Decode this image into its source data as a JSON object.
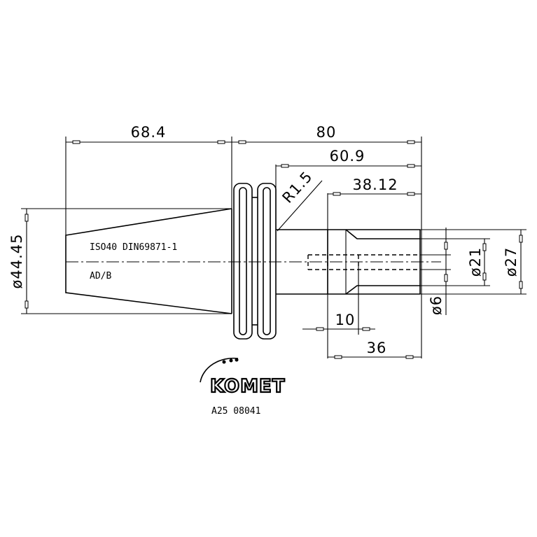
{
  "dimensions": {
    "length_taper": "68.4",
    "length_total": "80",
    "length_shank": "60.9",
    "length_bore": "38.12",
    "radius": "R1.5",
    "depth_small": "10",
    "depth_large": "36",
    "dia_flange": "ø44.45",
    "dia_inner": "ø21",
    "dia_outer": "ø27",
    "dia_hole": "ø6"
  },
  "notes": {
    "standard": "ISO40 DIN69871-1",
    "form": "AD/B"
  },
  "logo": {
    "brand": "KOMET",
    "part_number": "A25 08041"
  }
}
